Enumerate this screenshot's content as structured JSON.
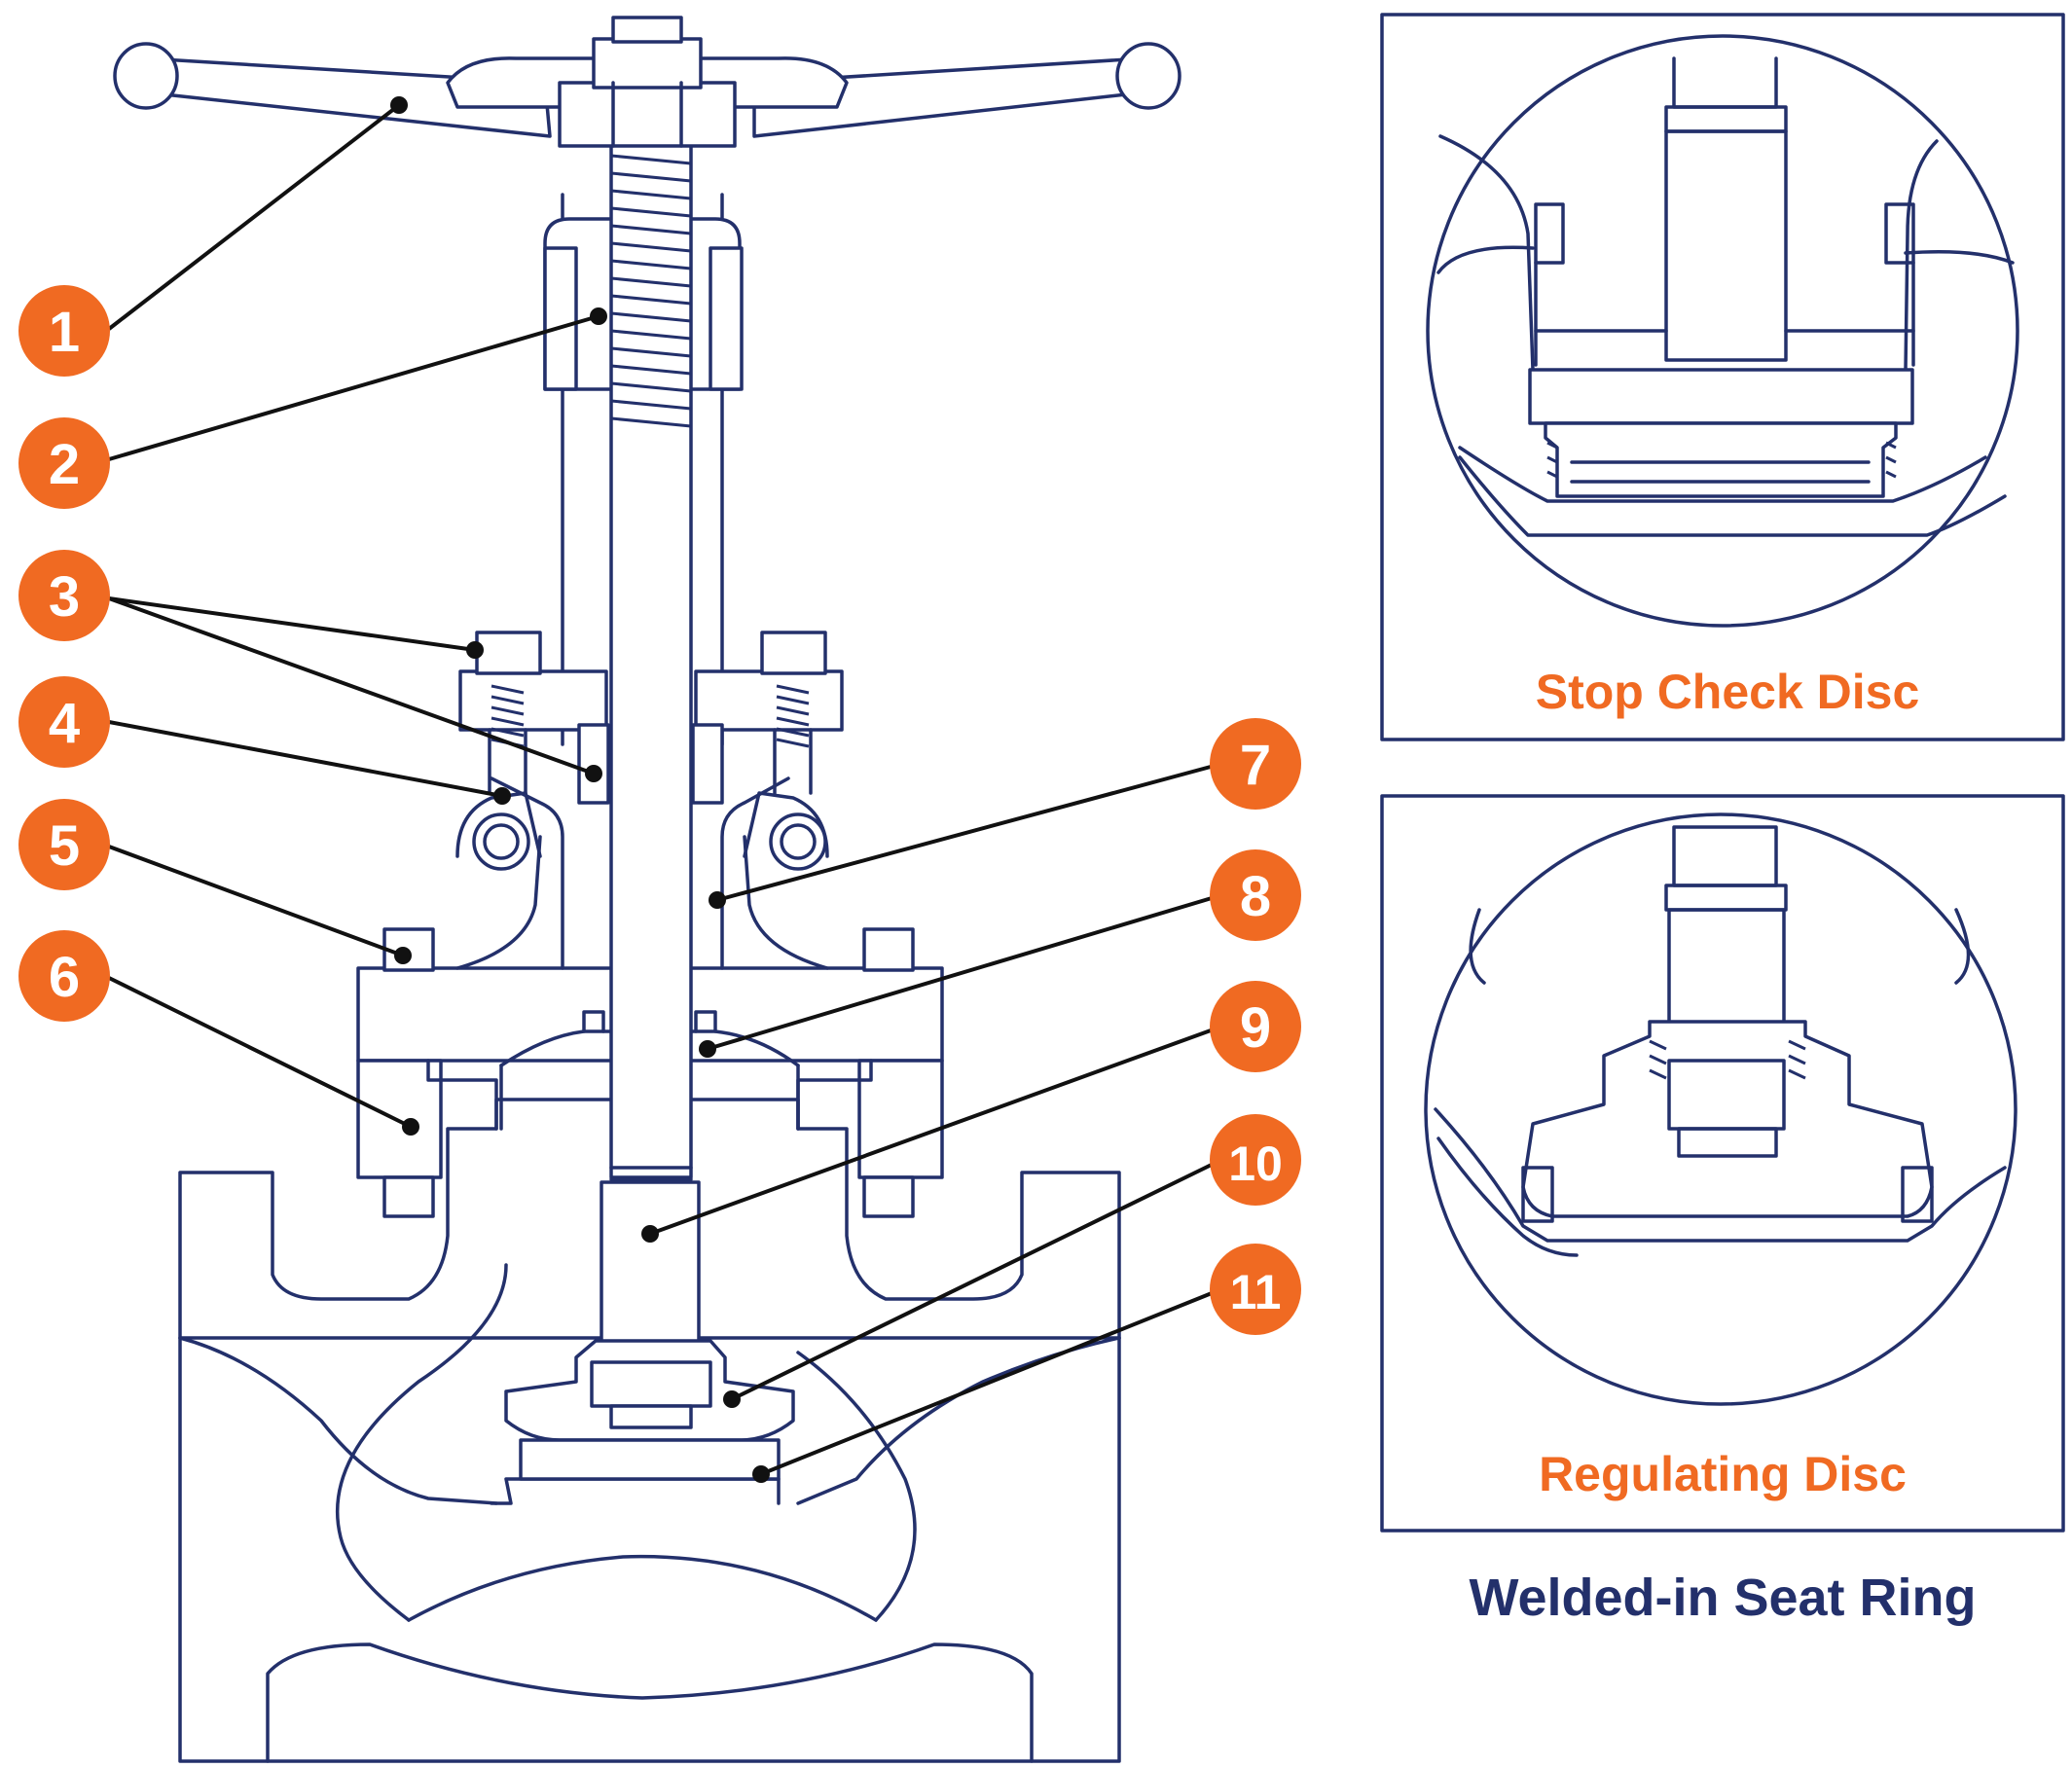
{
  "callouts": [
    "1",
    "2",
    "3",
    "4",
    "5",
    "6",
    "7",
    "8",
    "9",
    "10",
    "11"
  ],
  "insets": {
    "stop_check": {
      "label": "Stop Check Disc"
    },
    "regulating": {
      "label": "Regulating Disc"
    }
  },
  "caption": "Welded-in Seat Ring",
  "colors": {
    "outline": "#23306b",
    "badge": "#f06a22",
    "caption": "#23306b"
  }
}
